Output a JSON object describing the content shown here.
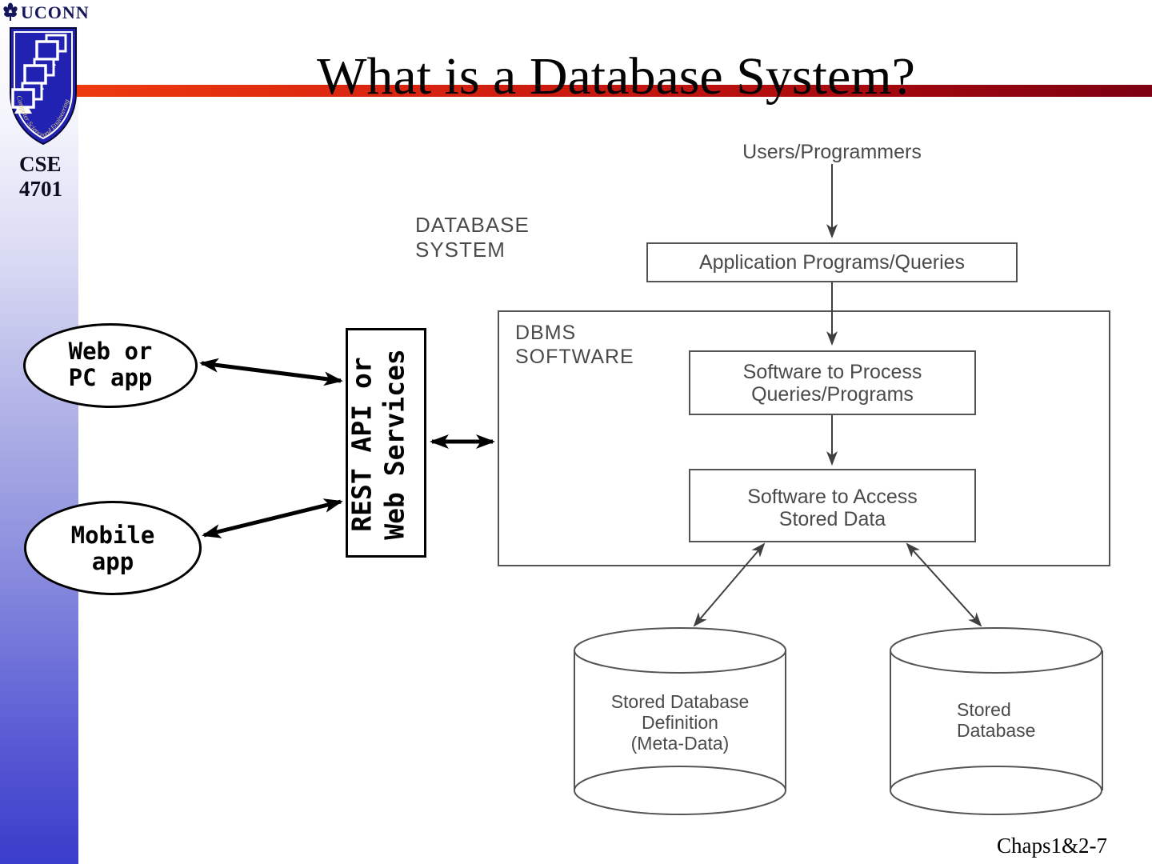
{
  "branding": {
    "university": "UCONN",
    "seal_text": "Computer Science and Engineering",
    "course_lines": [
      "CSE",
      "4701"
    ]
  },
  "slide": {
    "title": "What is a Database System?",
    "footer": "Chaps1&2-7"
  },
  "diagram": {
    "users_label": "Users/Programmers",
    "system_label": [
      "DATABASE",
      "SYSTEM"
    ],
    "app_box": "Application Programs/Queries",
    "dbms_label": [
      "DBMS",
      "SOFTWARE"
    ],
    "process_box": [
      "Software to Process",
      "Queries/Programs"
    ],
    "access_box": [
      "Software to Access",
      "Stored Data"
    ],
    "meta_cylinder": [
      "Stored Database",
      "Definition",
      "(Meta-Data)"
    ],
    "db_cylinder": [
      "Stored",
      "Database"
    ]
  },
  "overlay": {
    "web_app": [
      "Web or",
      "PC app"
    ],
    "mobile_app": [
      "Mobile",
      "app"
    ],
    "rest_box": [
      "REST API or",
      "Web Services"
    ]
  },
  "colors": {
    "sidebar_blue": "#3a3ccb",
    "accent_red_start": "#ee3a0e",
    "accent_red_end": "#7c0012",
    "diagram_gray": "#4a4a4a",
    "shield_blue": "#2222b2",
    "seal_gold": "#d9c87c"
  }
}
